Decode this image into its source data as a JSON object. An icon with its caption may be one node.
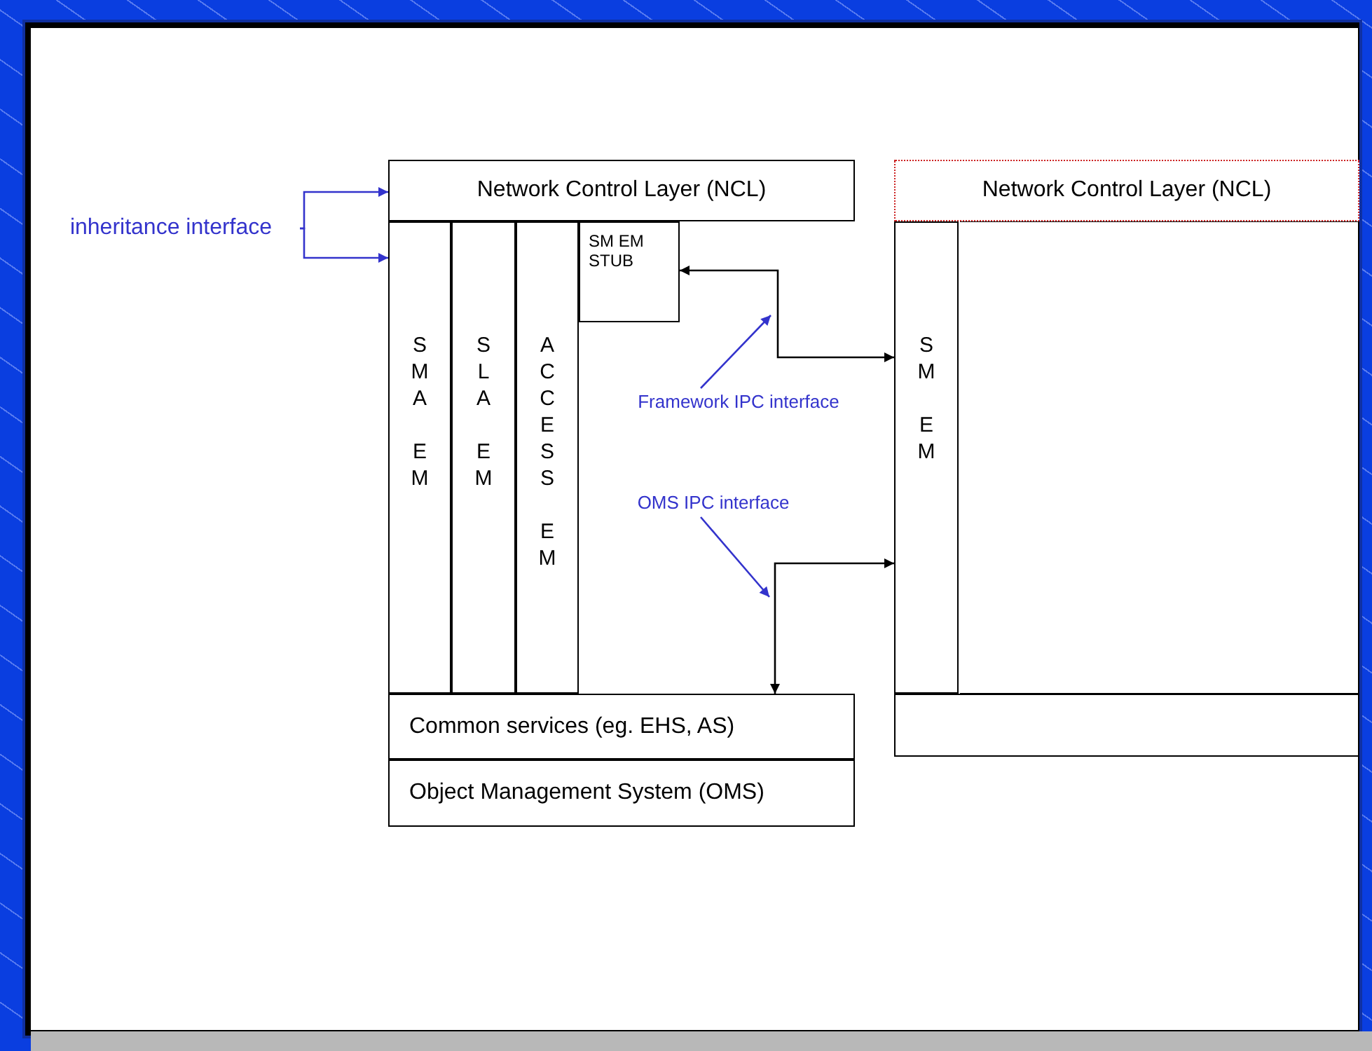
{
  "diagram": {
    "nodes": [
      {
        "text": [
          "Network Control Layer (NCL)"
        ]
      },
      {
        "text": [
          "SMA EM"
        ]
      },
      {
        "text": [
          "SLA EM"
        ]
      },
      {
        "text": [
          "ACCESS EM"
        ]
      },
      {
        "text": [
          "SM EM STUB"
        ]
      },
      {
        "text": [
          "Common services (eg. EHS, AS)"
        ]
      },
      {
        "text": [
          "Object Management System (OMS)"
        ]
      },
      {
        "text": [
          "Network Control Layer (NCL)"
        ]
      },
      {
        "text": [
          "SM EM"
        ]
      },
      {
        "text": [],
        "shape": "box"
      },
      {
        "text": [
          "inheritance interface"
        ]
      },
      {
        "text": [
          "Framework IPC interface"
        ]
      },
      {
        "text": [
          "OMS IPC interface"
        ]
      }
    ],
    "edges": [
      {
        "from": 10,
        "to": 0,
        "arrow": "to",
        "color": "#3333cc"
      },
      {
        "from": 10,
        "to": 1,
        "arrow": "to",
        "color": "#3333cc"
      },
      {
        "from": 4,
        "to": 8,
        "arrow": "both",
        "color": "#000000"
      },
      {
        "from": 8,
        "to": 5,
        "arrow": "both",
        "color": "#000000"
      },
      {
        "from": 11,
        "to": null,
        "arrow": "to",
        "color": "#3333cc"
      },
      {
        "from": 12,
        "to": null,
        "arrow": "to",
        "color": "#3333cc"
      }
    ]
  }
}
